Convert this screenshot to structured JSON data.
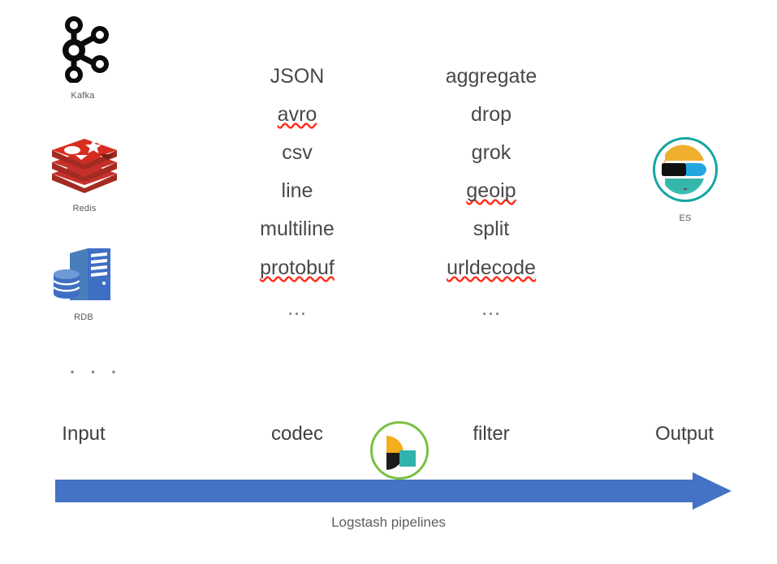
{
  "diagram": {
    "title": "Logstash pipelines",
    "background": "#ffffff",
    "arrow_color": "#4472c4",
    "text_color": "#494949",
    "caption_color": "#585858"
  },
  "sources": [
    {
      "id": "kafka",
      "label": "Kafka",
      "icon": "kafka-logo-icon",
      "color": "#0b0b0b"
    },
    {
      "id": "redis",
      "label": "Redis",
      "icon": "redis-logo-icon",
      "color": "#d82c20"
    },
    {
      "id": "rdb",
      "label": "RDB",
      "icon": "rdb-server-database-icon",
      "color": "#3f6fc4"
    },
    {
      "id": "more",
      "label": "· · ·",
      "icon": "ellipsis-icon",
      "color": "#8a8a8a"
    }
  ],
  "destination": {
    "id": "es",
    "label": "ES",
    "icon": "elasticsearch-logo-icon",
    "ring_color": "#12a5a0"
  },
  "center_logo": {
    "id": "logstash",
    "icon": "logstash-logo-icon",
    "ring_color": "#7ac143"
  },
  "stages": [
    {
      "id": "input",
      "label": "Input"
    },
    {
      "id": "codec",
      "label": "codec"
    },
    {
      "id": "filter",
      "label": "filter"
    },
    {
      "id": "output",
      "label": "Output"
    }
  ],
  "codec_column": {
    "heading": "codec",
    "items": [
      {
        "text": "JSON",
        "misspelled": false
      },
      {
        "text": "avro",
        "misspelled": true
      },
      {
        "text": "csv",
        "misspelled": false
      },
      {
        "text": "line",
        "misspelled": false
      },
      {
        "text": "multiline",
        "misspelled": false
      },
      {
        "text": "protobuf",
        "misspelled": true
      },
      {
        "text": "...",
        "misspelled": false
      }
    ]
  },
  "filter_column": {
    "heading": "filter",
    "items": [
      {
        "text": "aggregate",
        "misspelled": false
      },
      {
        "text": "drop",
        "misspelled": false
      },
      {
        "text": "grok",
        "misspelled": false
      },
      {
        "text": "geoip",
        "misspelled": true
      },
      {
        "text": "split",
        "misspelled": false
      },
      {
        "text": "urldecode",
        "misspelled": true
      },
      {
        "text": "...",
        "misspelled": false
      }
    ]
  }
}
